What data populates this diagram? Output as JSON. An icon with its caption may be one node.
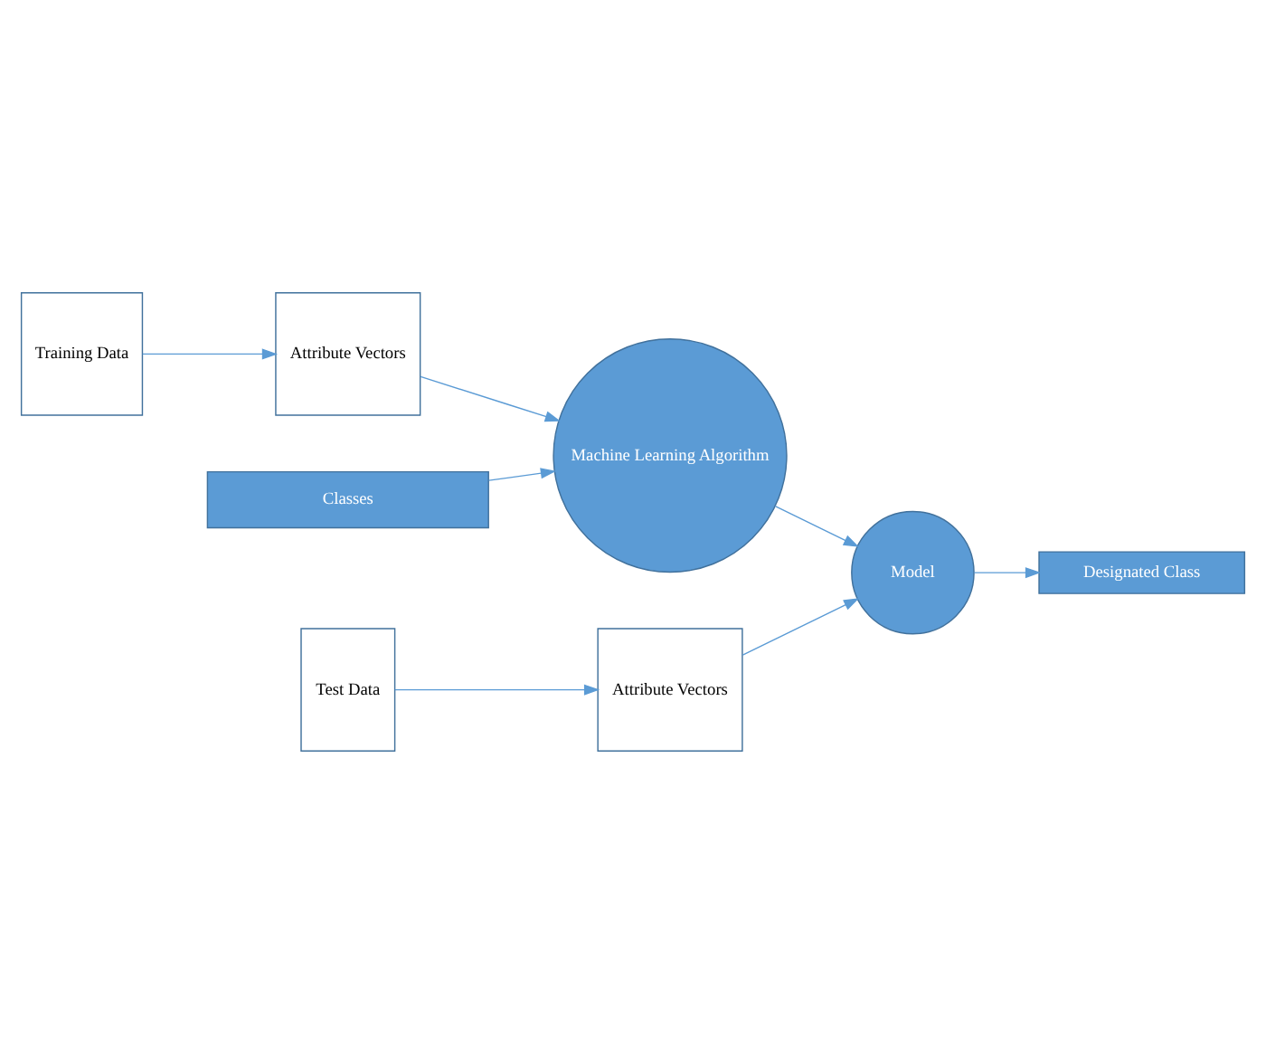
{
  "diagram": {
    "nodes": [
      {
        "text": [
          "Training Data"
        ]
      },
      {
        "text": [
          "Attribute Vectors"
        ]
      },
      {
        "text": [
          "Machine Learning Algorithm"
        ]
      },
      {
        "text": [
          "Classes"
        ]
      },
      {
        "text": [
          "Model"
        ]
      },
      {
        "text": [
          "Test Data"
        ]
      },
      {
        "text": [
          "Attribute Vectors"
        ]
      },
      {
        "text": [
          "Designated Class"
        ]
      }
    ],
    "edges": [
      {
        "from": 0,
        "to": 1,
        "arrow": "to"
      },
      {
        "from": 1,
        "to": 2,
        "arrow": "to"
      },
      {
        "from": 3,
        "to": 2,
        "arrow": "to"
      },
      {
        "from": 2,
        "to": 4,
        "arrow": "to"
      },
      {
        "from": 5,
        "to": 6,
        "arrow": "to"
      },
      {
        "from": 6,
        "to": 4,
        "arrow": "to"
      },
      {
        "from": 4,
        "to": 7,
        "arrow": "to"
      }
    ]
  }
}
